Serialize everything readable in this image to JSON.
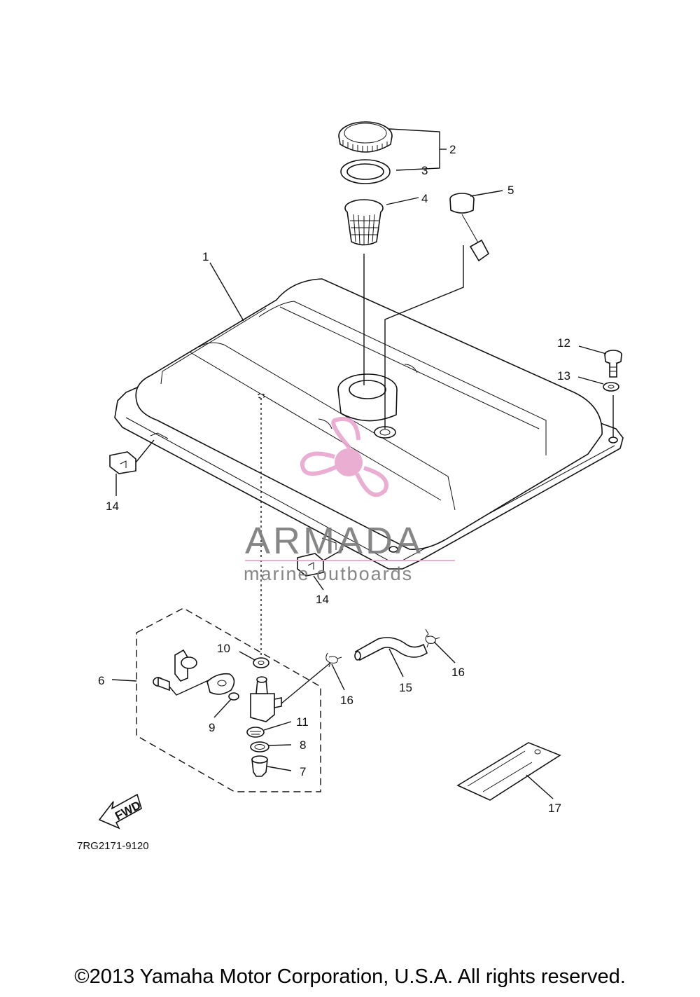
{
  "diagram": {
    "part_number": "7RG2171-9120",
    "fwd_label": "FWD",
    "callouts": {
      "c1": "1",
      "c2": "2",
      "c3": "3",
      "c4": "4",
      "c5": "5",
      "c6": "6",
      "c7": "7",
      "c8": "8",
      "c9": "9",
      "c10": "10",
      "c11": "11",
      "c12": "12",
      "c13": "13",
      "c14a": "14",
      "c14b": "14",
      "c15": "15",
      "c16a": "16",
      "c16b": "16",
      "c17": "17"
    }
  },
  "watermark": {
    "brand": "ARMADA",
    "tagline": "marine outboards",
    "accent_color": "#e9a6cf"
  },
  "footer": {
    "copyright": "©2013 Yamaha Motor Corporation, U.S.A. All rights reserved."
  }
}
